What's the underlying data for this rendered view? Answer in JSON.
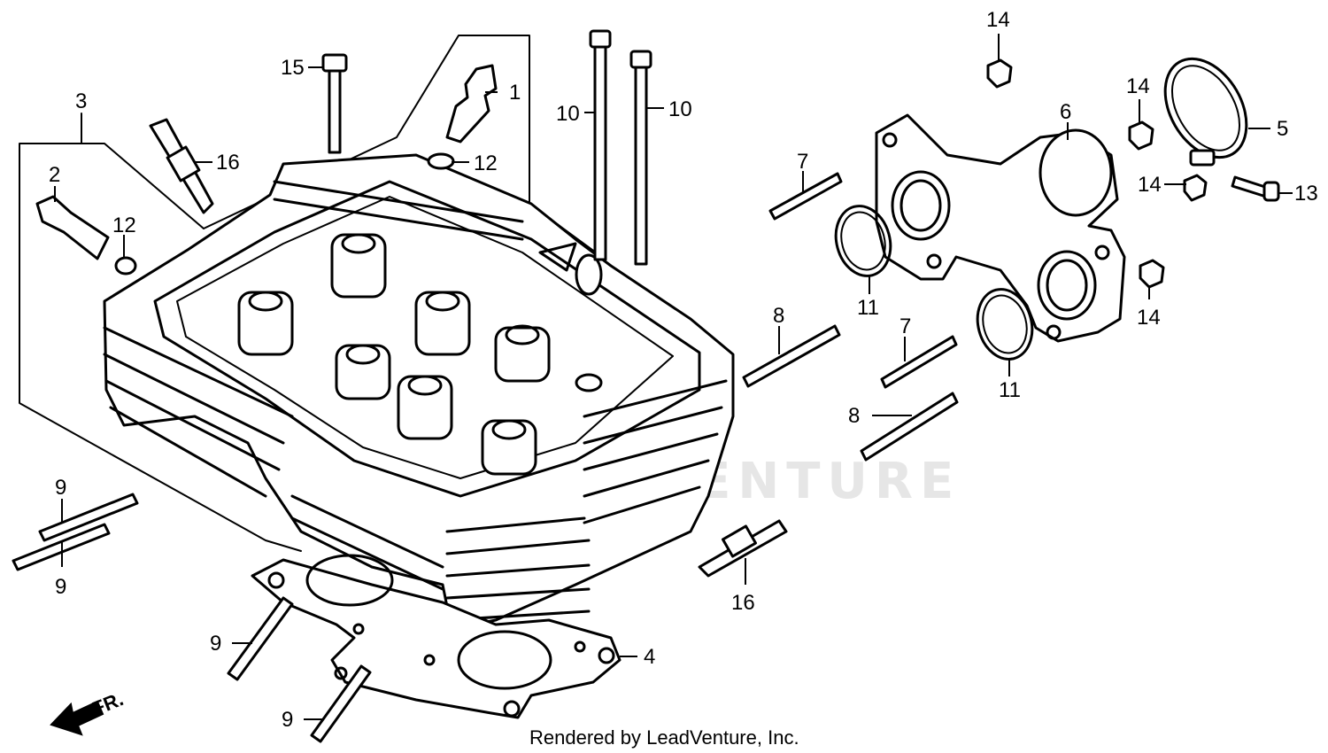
{
  "labels": {
    "p1": "1",
    "p2": "2",
    "p3": "3",
    "p4": "4",
    "p5": "5",
    "p6": "6",
    "p7a": "7",
    "p7b": "7",
    "p8a": "8",
    "p8b": "8",
    "p9a": "9",
    "p9b": "9",
    "p9c": "9",
    "p9d": "9",
    "p10a": "10",
    "p10b": "10",
    "p11a": "11",
    "p11b": "11",
    "p12a": "12",
    "p12b": "12",
    "p13": "13",
    "p14a": "14",
    "p14b": "14",
    "p14c": "14",
    "p14d": "14",
    "p15": "15",
    "p16a": "16",
    "p16b": "16"
  },
  "direction_marker": "FR.",
  "watermark": "LEADVENTURE",
  "credit": "Rendered by LeadVenture, Inc."
}
